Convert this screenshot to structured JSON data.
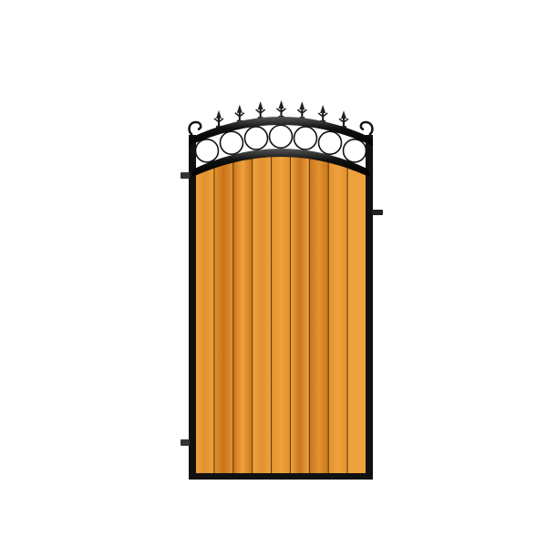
{
  "image": {
    "subject": "gate",
    "colors": {
      "background": "#ffffff",
      "iron": "#111111",
      "wood_light": "#eea23c",
      "wood_mid": "#e2912f",
      "wood_dark": "#c9741e",
      "plank_line": "#5a3510"
    },
    "plank_count": 9,
    "ring_count": 7,
    "finial_count": 7
  }
}
